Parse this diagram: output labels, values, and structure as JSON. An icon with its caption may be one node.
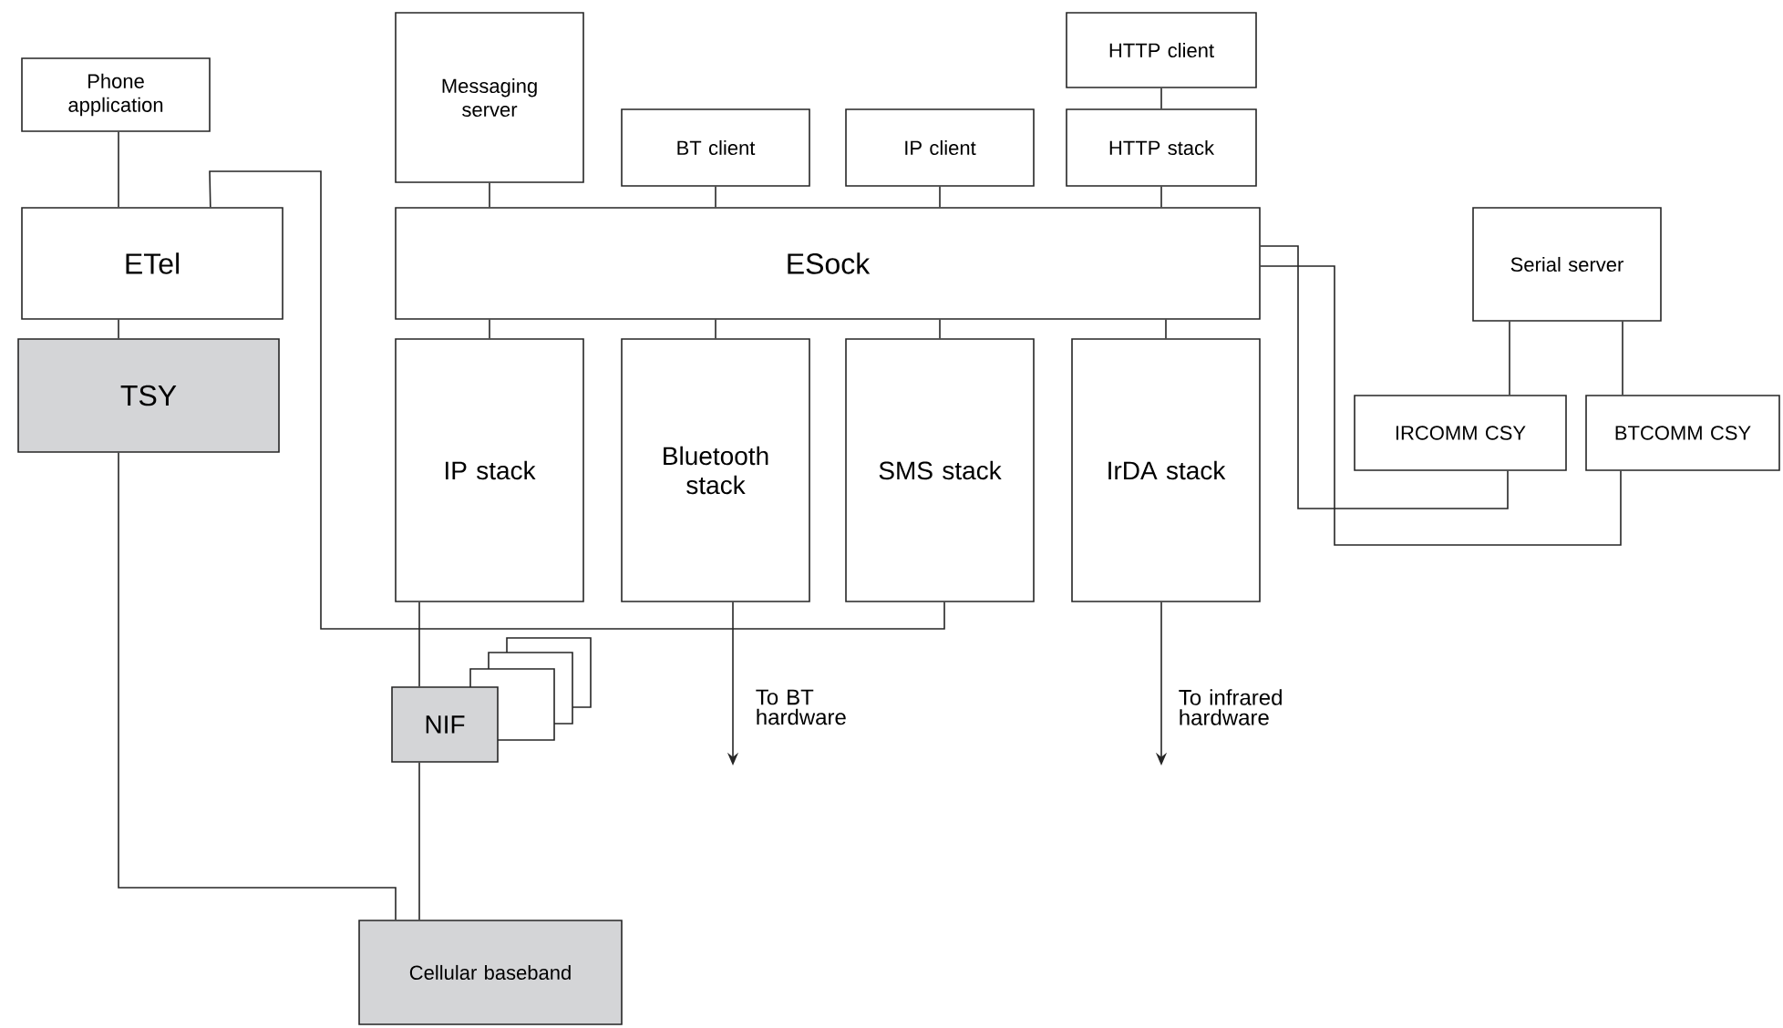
{
  "diagram": {
    "nodes": [
      {
        "text": [
          "Phone application"
        ]
      },
      {
        "text": [
          "ETel"
        ]
      },
      {
        "text": [
          "TSY"
        ]
      },
      {
        "text": [
          "Messaging server"
        ]
      },
      {
        "text": [
          "BT client"
        ]
      },
      {
        "text": [
          "IP client"
        ]
      },
      {
        "text": [
          "HTTP client"
        ]
      },
      {
        "text": [
          "HTTP stack"
        ]
      },
      {
        "text": [
          "ESock"
        ]
      },
      {
        "text": [
          "IP stack"
        ]
      },
      {
        "text": [
          "Bluetooth stack"
        ]
      },
      {
        "text": [
          "SMS stack"
        ]
      },
      {
        "text": [
          "IrDA stack"
        ]
      },
      {
        "text": [
          "Serial server"
        ]
      },
      {
        "text": [
          "IRCOMM CSY"
        ]
      },
      {
        "text": [
          "BTCOMM CSY"
        ]
      },
      {
        "text": [],
        "shape": "box"
      },
      {
        "text": [],
        "shape": "box"
      },
      {
        "text": [],
        "shape": "box"
      },
      {
        "text": [
          "NIF"
        ]
      },
      {
        "text": [
          "Cellular baseband"
        ]
      }
    ],
    "edges": [
      {
        "from": 0,
        "to": 1,
        "arrow": "none"
      },
      {
        "from": 1,
        "to": 2,
        "arrow": "none"
      },
      {
        "from": 3,
        "to": 8,
        "arrow": "none"
      },
      {
        "from": 4,
        "to": 8,
        "arrow": "none"
      },
      {
        "from": 5,
        "to": 8,
        "arrow": "none"
      },
      {
        "from": 6,
        "to": 7,
        "arrow": "none"
      },
      {
        "from": 7,
        "to": 8,
        "arrow": "none"
      },
      {
        "from": 8,
        "to": 9,
        "arrow": "none"
      },
      {
        "from": 8,
        "to": 10,
        "arrow": "none"
      },
      {
        "from": 8,
        "to": 11,
        "arrow": "none"
      },
      {
        "from": 8,
        "to": 12,
        "arrow": "none"
      },
      {
        "from": 13,
        "to": 14,
        "arrow": "none"
      },
      {
        "from": 13,
        "to": 15,
        "arrow": "none"
      },
      {
        "from": 8,
        "to": 14,
        "arrow": "none"
      },
      {
        "from": 8,
        "to": 15,
        "arrow": "none"
      },
      {
        "from": 1,
        "to": 11,
        "arrow": "none"
      },
      {
        "from": 9,
        "to": 19,
        "arrow": "none"
      },
      {
        "from": 19,
        "to": 20,
        "arrow": "none"
      },
      {
        "from": 2,
        "to": 20,
        "arrow": "none"
      },
      {
        "from": 10,
        "to": null,
        "arrow": "to",
        "label": "To BT hardware"
      },
      {
        "from": 12,
        "to": null,
        "arrow": "to",
        "label": "To infrared hardware"
      }
    ]
  }
}
